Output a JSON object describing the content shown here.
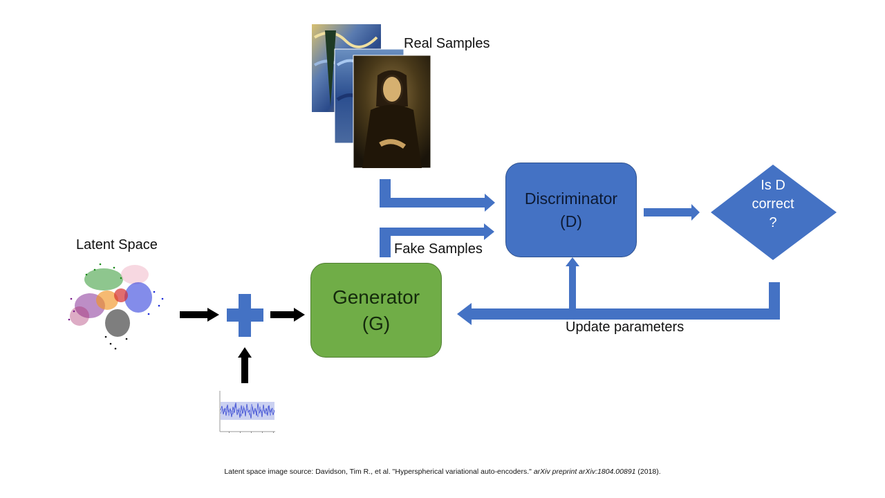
{
  "labels": {
    "real_samples": "Real Samples",
    "fake_samples": "Fake Samples",
    "latent_space": "Latent Space",
    "update_parameters": "Update parameters"
  },
  "discriminator": {
    "line1": "Discriminator",
    "line2": "(D)"
  },
  "generator": {
    "line1": "Generator",
    "line2": "(G)"
  },
  "decision": {
    "line1": "Is D",
    "line2": "correct",
    "line3": "?"
  },
  "citation": {
    "prefix": "Latent space image source: Davidson, Tim R., et al. \"Hyperspherical variational auto-encoders.\" ",
    "journal": "arXiv preprint arXiv:1804.00891",
    "suffix": "  (2018)."
  },
  "images": {
    "real_samples_stack": [
      "starry-night-painting",
      "van-gogh-painting",
      "mona-lisa-painting"
    ],
    "latent_space_scatter": "latent-space-scatter-plot",
    "noise_signal": "noise-signal-plot"
  },
  "colors": {
    "blue": "#4472c4",
    "green": "#70ad47",
    "black_arrow": "#000000"
  }
}
